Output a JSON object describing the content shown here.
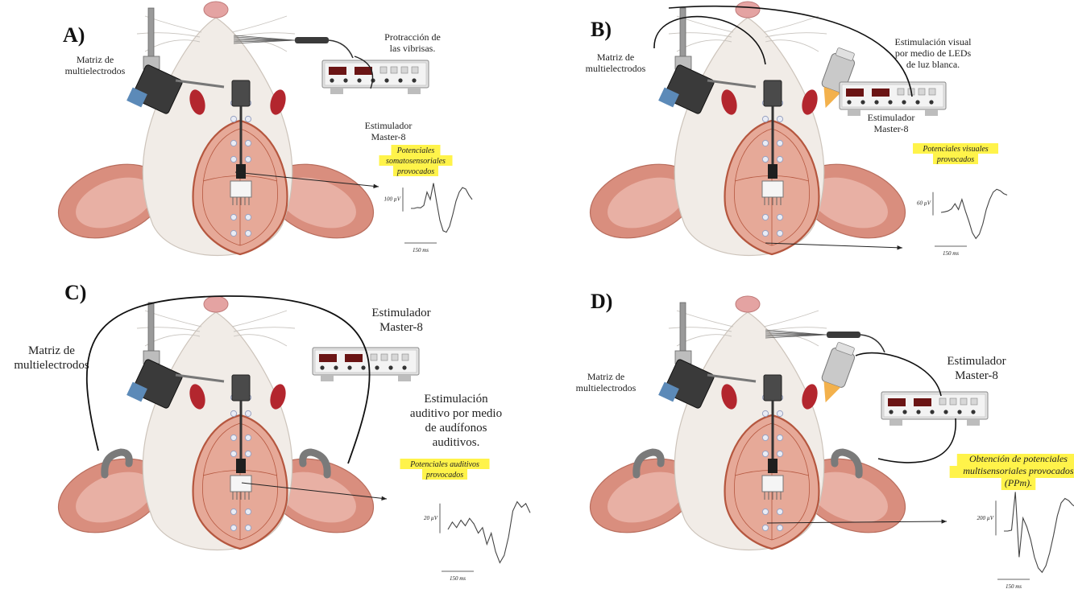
{
  "colors": {
    "head_fill": "#f1ece7",
    "head_stroke": "#cdc4bb",
    "ear_fill": "#d98e7e",
    "ear_inner": "#e8b0a4",
    "brain_fill": "#e6a998",
    "brain_line": "#b5573f",
    "electrode": "#e9ecf5",
    "highlight": "#fff34a",
    "stimulator": "#e3e3e3",
    "micromanipulator": "#3a3a3a",
    "eye": "#b3262e"
  },
  "panels": [
    {
      "letter": "A)",
      "labels": [
        {
          "lines": [
            "Matriz de",
            "multielectrodos"
          ],
          "size": "normal"
        },
        {
          "lines": [
            "Protracción de",
            "las vibrisas."
          ],
          "size": "normal"
        },
        {
          "lines": [
            "Estimulador",
            "Master-8"
          ],
          "size": "normal"
        }
      ],
      "highlight_lines": [
        "Potenciales",
        "somatosensoriales",
        "provocados"
      ],
      "amplitude": "100 µV",
      "time": "150 ms",
      "stimulus": "whisker",
      "trace": [
        0.0,
        0.0,
        0.03,
        0.02,
        0.1,
        0.55,
        0.3,
        0.85,
        0.2,
        -0.4,
        -0.75,
        -0.8,
        -0.6,
        -0.2,
        0.25,
        0.55,
        0.7,
        0.65,
        0.45,
        0.3
      ]
    },
    {
      "letter": "B)",
      "labels": [
        {
          "lines": [
            "Matriz de",
            "multielectrodos"
          ],
          "size": "normal"
        },
        {
          "lines": [
            "Estimulación visual",
            "por medio de LEDs",
            "de luz blanca."
          ],
          "size": "normal"
        },
        {
          "lines": [
            "Estimulador",
            "Master-8"
          ],
          "size": "normal"
        }
      ],
      "highlight_lines": [
        "Potenciales visuales",
        "provocados"
      ],
      "amplitude": "60 µV",
      "time": "150 ms",
      "stimulus": "led",
      "trace": [
        0.0,
        0.02,
        0.05,
        0.12,
        0.3,
        0.1,
        0.45,
        0.05,
        -0.3,
        -0.7,
        -0.9,
        -0.75,
        -0.4,
        0.1,
        0.45,
        0.7,
        0.8,
        0.75,
        0.65,
        0.6
      ]
    },
    {
      "letter": "C)",
      "labels": [
        {
          "lines": [
            "Matriz de",
            "multielectrodos"
          ],
          "size": "large"
        },
        {
          "lines": [
            "Estimulador",
            "Master-8"
          ],
          "size": "large"
        },
        {
          "lines": [
            "Estimulación",
            "auditivo por medio",
            "de audífonos",
            "auditivos."
          ],
          "size": "large"
        }
      ],
      "highlight_lines": [
        "Potenciales auditivos",
        "provocados"
      ],
      "amplitude": "20 µV",
      "time": "150 ms",
      "stimulus": "speaker",
      "trace": [
        0.0,
        0.2,
        0.05,
        0.25,
        0.1,
        0.3,
        0.15,
        -0.1,
        0.05,
        -0.4,
        -0.1,
        -0.6,
        -0.9,
        -0.7,
        -0.2,
        0.5,
        0.75,
        0.6,
        0.7,
        0.45
      ]
    },
    {
      "letter": "D)",
      "labels": [
        {
          "lines": [
            "Matriz de",
            "multielectrodos"
          ],
          "size": "normal"
        },
        {
          "lines": [
            "Estimulador",
            "Master-8"
          ],
          "size": "large"
        }
      ],
      "highlight_lines": [
        "Obtención de potenciales",
        "multisensoriales provocados",
        "(PPm)."
      ],
      "amplitude": "200 µV",
      "time": "150 ms",
      "stimulus": "all",
      "trace": [
        0.0,
        0.0,
        0.02,
        0.9,
        -0.6,
        0.3,
        0.1,
        -0.2,
        -0.6,
        -0.85,
        -0.95,
        -0.8,
        -0.5,
        -0.1,
        0.35,
        0.65,
        0.75,
        0.7,
        0.6,
        0.55
      ]
    }
  ]
}
